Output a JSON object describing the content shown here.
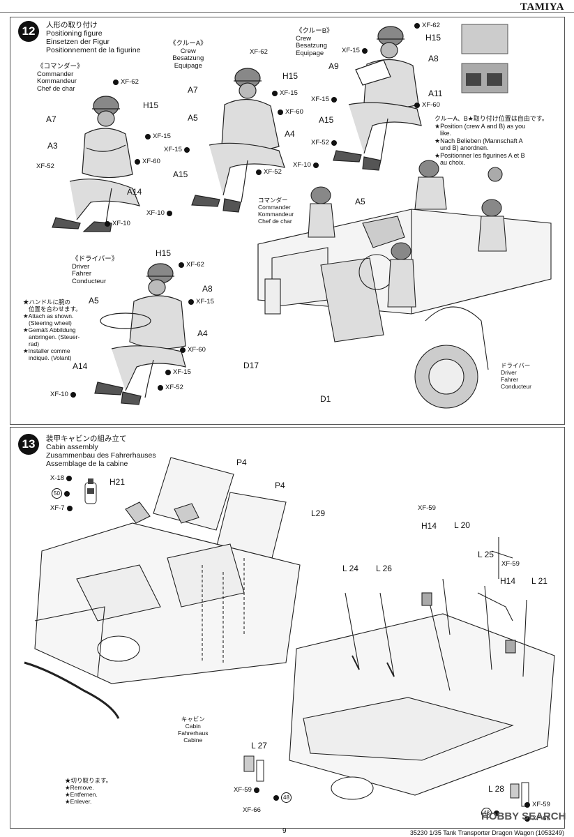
{
  "header": {
    "brand": "TAMIYA"
  },
  "step12": {
    "number": "12",
    "title": [
      "人形の取り付け",
      "Positioning figure",
      "Einsetzen der Figur",
      "Positionnement de la figurine"
    ],
    "commander_label": [
      "《コマンダー》",
      "Commander",
      "Kommandeur",
      "Chef de char"
    ],
    "crew_a_label": [
      "《クルーA》",
      "Crew",
      "Besatzung",
      "Equipage"
    ],
    "crew_b_label": [
      "《クルーB》",
      "Crew",
      "Besatzung",
      "Equipage"
    ],
    "driver_label": [
      "《ドライバー》",
      "Driver",
      "Fahrer",
      "Conducteur"
    ],
    "position_note": [
      "クルーA、B★取り付け位置は自由です。",
      "★Position (crew A and B) as you",
      "like.",
      "★Nach Belieben (Mannschaft A",
      "und B) anordnen.",
      "★Positionner les figurines A et B",
      "au choix."
    ],
    "steering_note": [
      "★ハンドルに腕の",
      "位置を合わせます。",
      "★Attach as shown.",
      "(Steering wheel)",
      "★Gemäß Abbildung",
      "anbringen. (Steuer-",
      "rad)",
      "★Installer comme",
      "indiqué. (Volant)"
    ],
    "vehicle_commander_label": [
      "コマンダー",
      "Commander",
      "Kommandeur",
      "Chef de char"
    ],
    "vehicle_driver_label": [
      "ドライバー",
      "Driver",
      "Fahrer",
      "Conducteur"
    ],
    "parts": {
      "h15": "H15",
      "a7": "A7",
      "a3": "A3",
      "a14": "A14",
      "a5": "A5",
      "a4": "A4",
      "a8": "A8",
      "a9": "A9",
      "a11": "A11",
      "a15": "A15",
      "d17": "D17",
      "d1": "D1"
    },
    "paints": {
      "xf62": "XF-62",
      "xf15": "XF-15",
      "xf60": "XF-60",
      "xf52": "XF-52",
      "xf10": "XF-10"
    }
  },
  "step13": {
    "number": "13",
    "title": [
      "装甲キャビンの組み立て",
      "Cabin assembly",
      "Zusammenbau des Fahrerhauses",
      "Assemblage de la cabine"
    ],
    "cabin_label": [
      "キャビン",
      "Cabin",
      "Fahrerhaus",
      "Cabine"
    ],
    "remove_note": [
      "★切り取ります。",
      "★Remove.",
      "★Entfernen.",
      "★Enlever."
    ],
    "parts": {
      "p4": "P4",
      "l29": "L29",
      "h21": "H21",
      "h14": "H14",
      "l20": "L 20",
      "l25": "L 25",
      "l21": "L 21",
      "l24": "L 24",
      "l26": "L 26",
      "l27": "L 27",
      "l28": "L 28"
    },
    "paints": {
      "x18": "X-18",
      "xf7": "XF-7",
      "xf59": "XF-59",
      "xf66": "XF-66"
    },
    "refs": {
      "r50": "50",
      "r48": "48"
    }
  },
  "footer": {
    "page_number": "9",
    "text": "35230  1/35 Tank Transporter Dragon Wagon (1053249)"
  },
  "watermark": "HOBBY SEARCH"
}
